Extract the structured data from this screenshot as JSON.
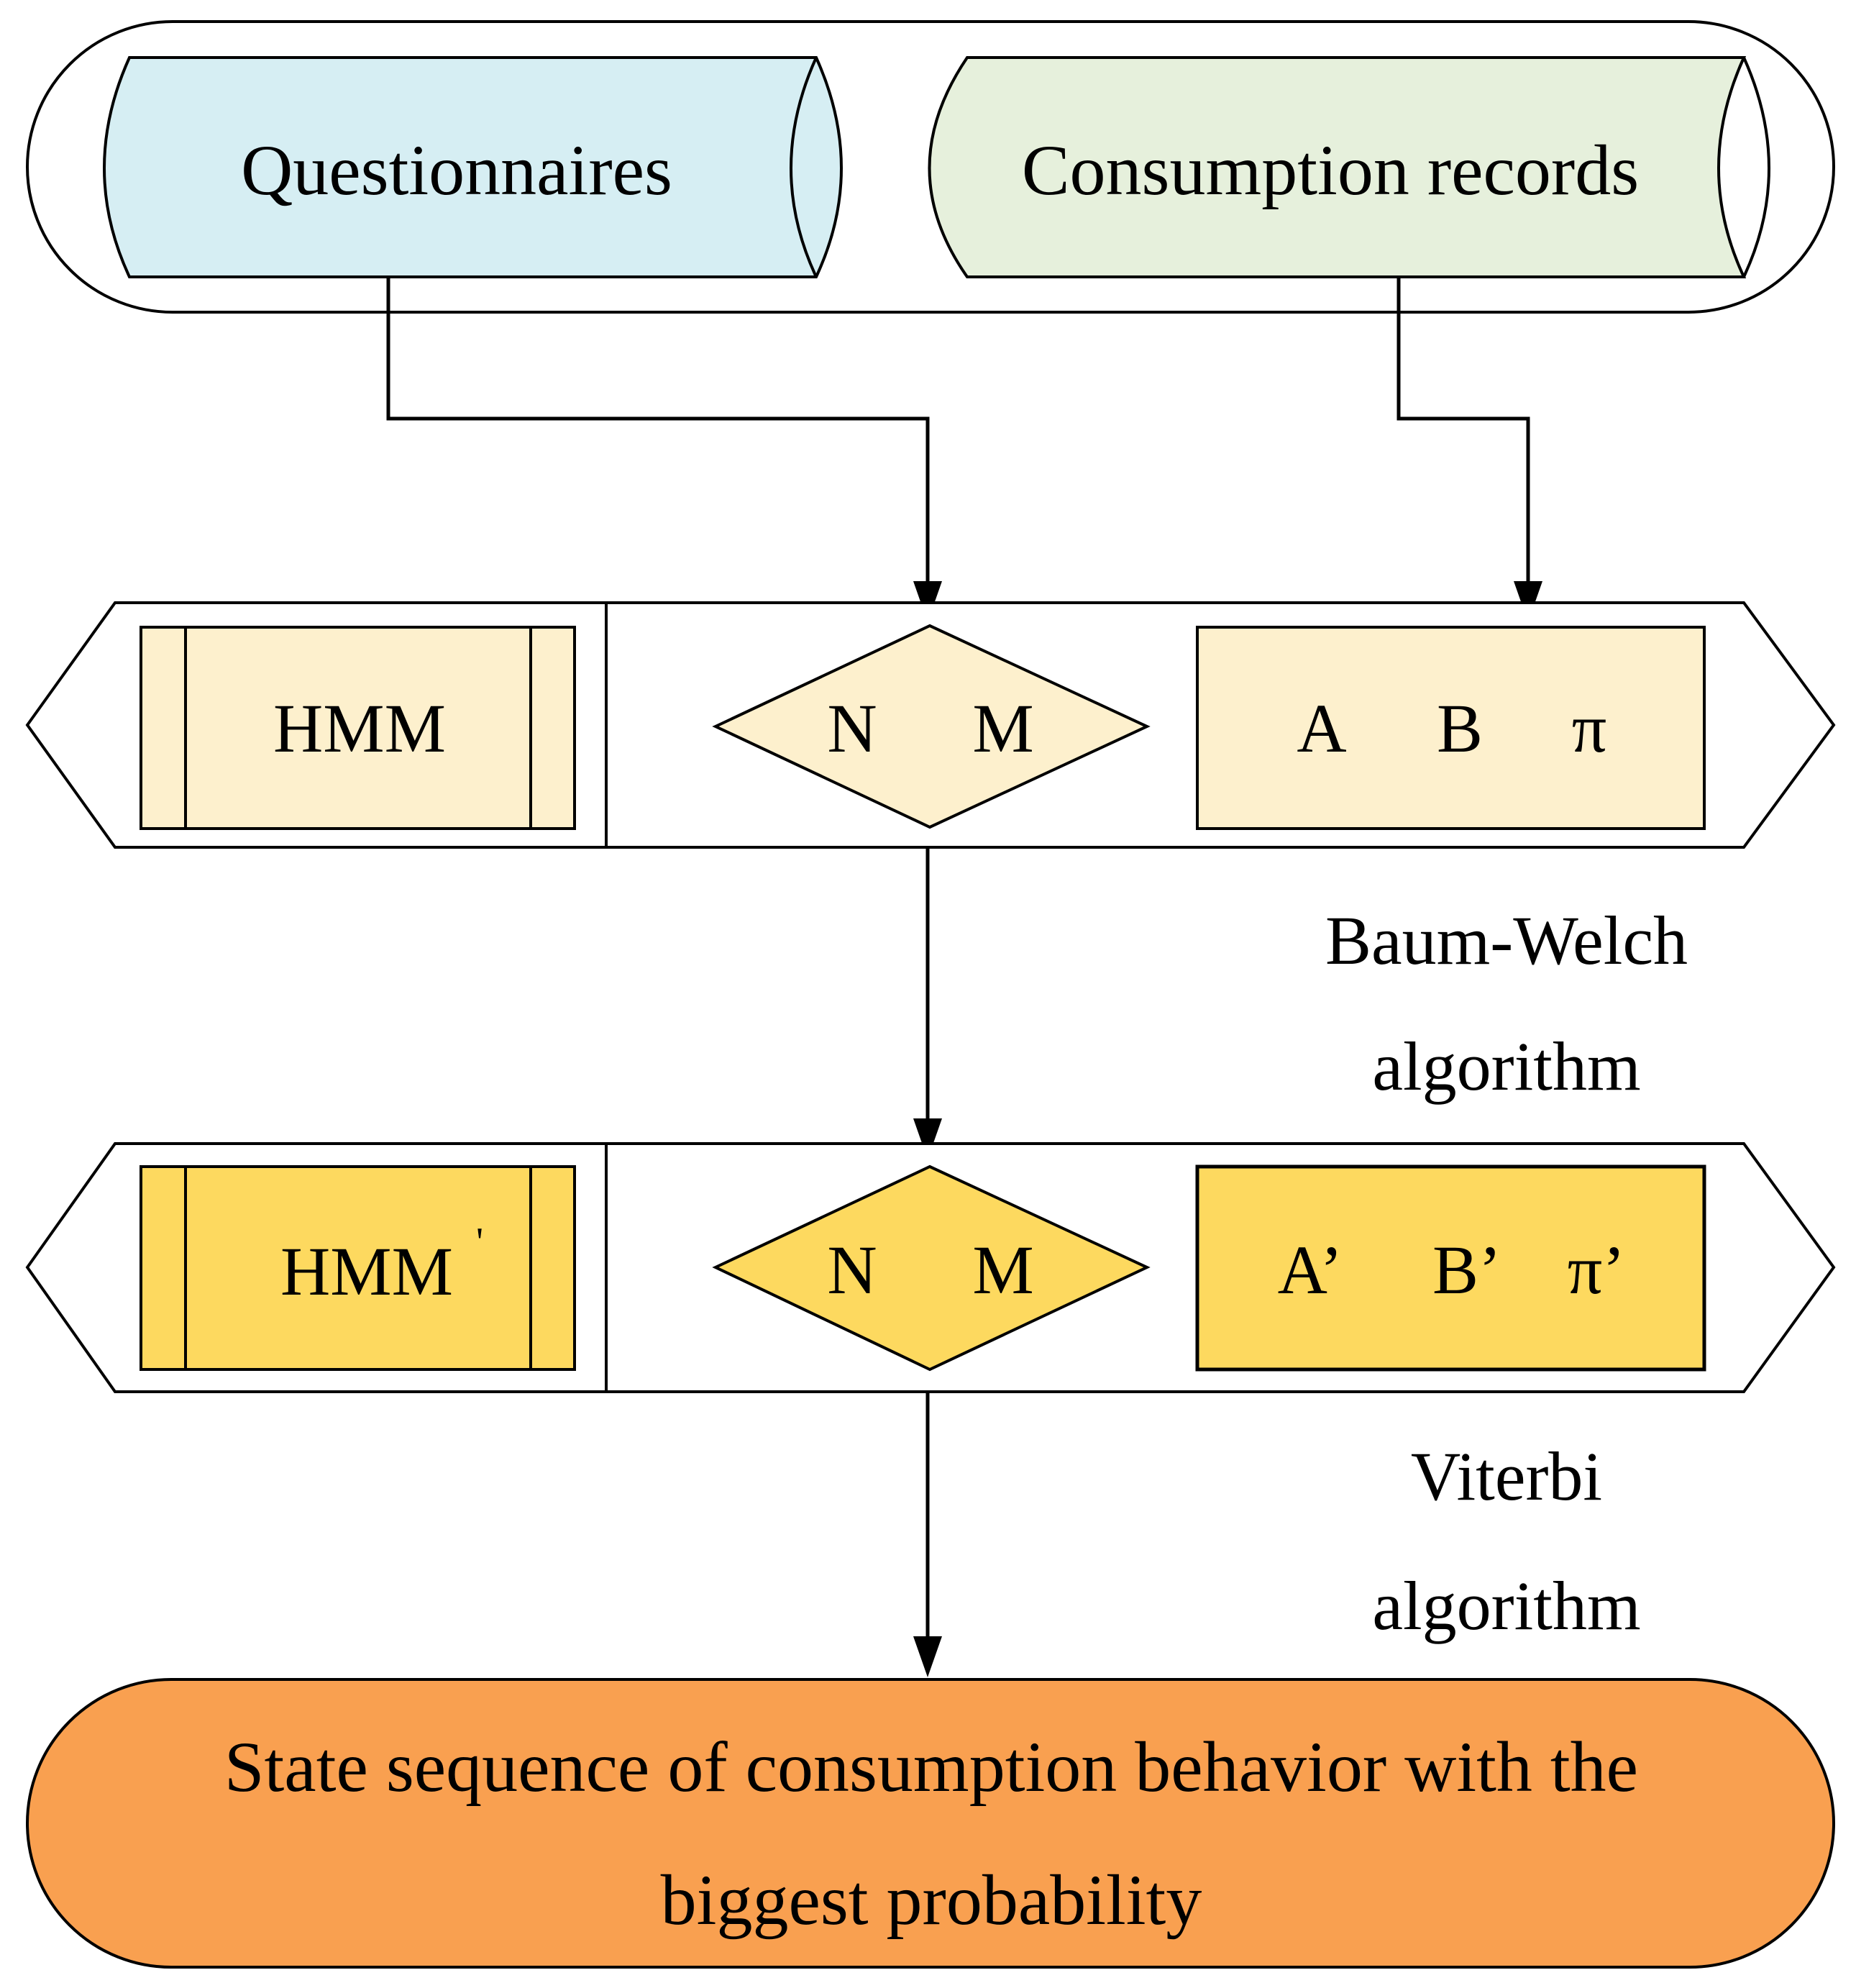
{
  "sources": {
    "questionnaires": "Questionnaires",
    "consumption_records": "Consumption records"
  },
  "model_initial": {
    "hmm": "HMM",
    "n": "N",
    "m": "M",
    "a": "A",
    "b": "B",
    "pi": "π"
  },
  "step_1": {
    "line_1": "Baum-Welch",
    "line_2": "algorithm"
  },
  "model_trained": {
    "hmm": "HMM",
    "hmm_prime": "'",
    "n": "N",
    "m": "M",
    "a": "A’",
    "b": "B’",
    "pi": "π’"
  },
  "step_2": {
    "line_1": "Viterbi",
    "line_2": "algorithm"
  },
  "result": {
    "line_1": "State sequence of consumption behavior with the",
    "line_2": "biggest probability"
  },
  "colors": {
    "questionnaires_fill": "#D6EEF3",
    "records_fill": "#E6F0DC",
    "initial_fill": "#FDF0CD",
    "trained_fill": "#FDD95F",
    "result_fill": "#F9A050",
    "stroke": "#000000"
  }
}
